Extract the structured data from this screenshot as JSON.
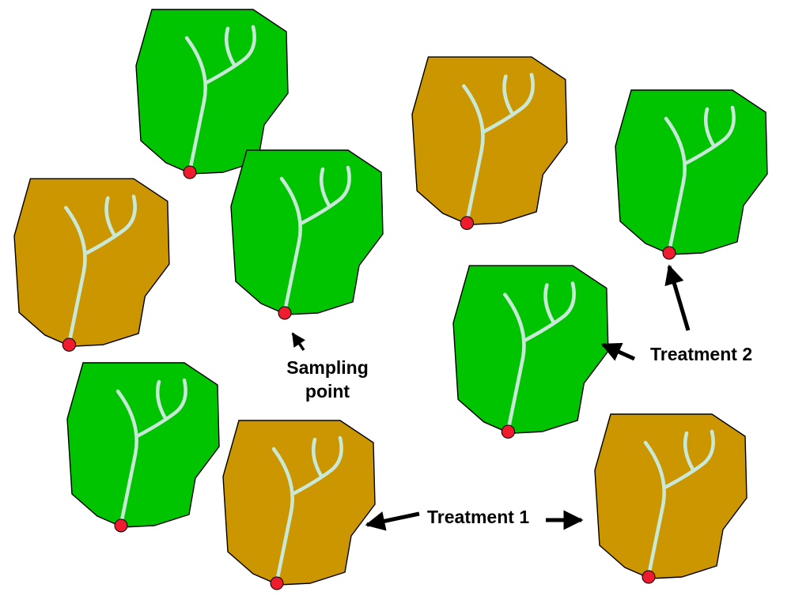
{
  "colors": {
    "treated": "#00c400",
    "control": "#cc9600",
    "stream": "#c8e8d8",
    "outlet": "#ee1c2e",
    "outline": "#000000"
  },
  "watersheds": [
    {
      "id": "ws-1",
      "group": "treated"
    },
    {
      "id": "ws-2",
      "group": "control"
    },
    {
      "id": "ws-3",
      "group": "treated"
    },
    {
      "id": "ws-4",
      "group": "treated"
    },
    {
      "id": "ws-5",
      "group": "control"
    },
    {
      "id": "ws-6",
      "group": "control"
    },
    {
      "id": "ws-7",
      "group": "treated"
    },
    {
      "id": "ws-8",
      "group": "treated"
    },
    {
      "id": "ws-9",
      "group": "control"
    }
  ],
  "labels": {
    "sampling_line1": "Sampling",
    "sampling_line2": "point",
    "treatment1": "Treatment 1",
    "treatment2": "Treatment 2"
  }
}
